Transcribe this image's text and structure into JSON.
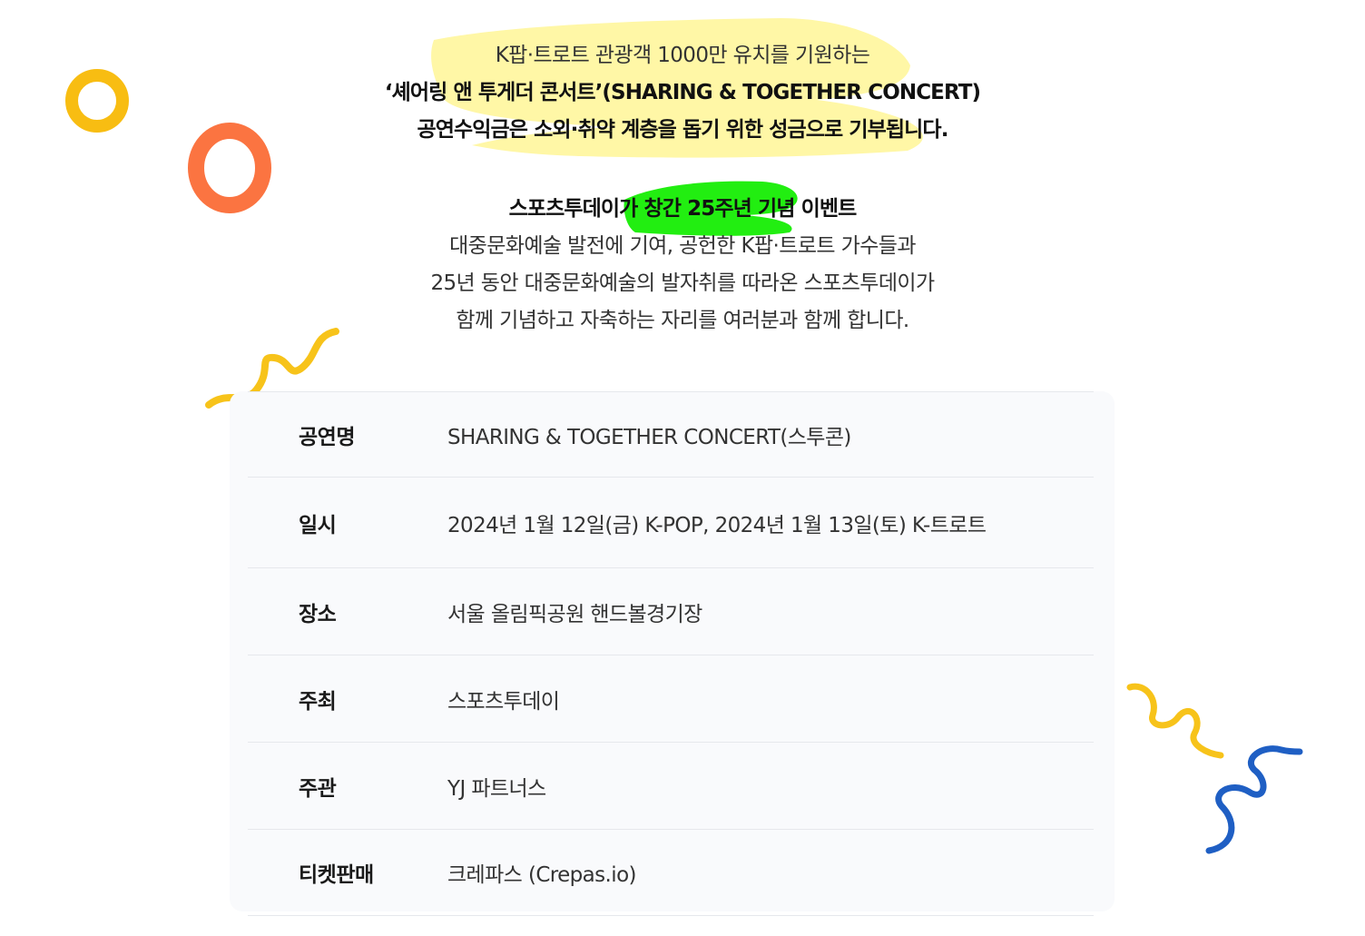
{
  "intro": {
    "line1": "K팝·트로트 관광객 1000만 유치를 기원하는",
    "line2": "‘셰어링 앤 투게더 콘서트’(SHARING & TOGETHER CONCERT)",
    "line3": "공연수익금은 소외·취약 계층을 돕기 위한 성금으로 기부됩니다."
  },
  "anniversary": {
    "heading": "스포츠투데이가 창간 25주년 기념 이벤트",
    "line1": "대중문화예술 발전에 기여, 공헌한 K팝·트로트 가수들과",
    "line2": "25년 동안 대중문화예술의 발자취를 따라온 스포츠투데이가",
    "line3": "함께 기념하고 자축하는 자리를 여러분과 함께 합니다."
  },
  "info": [
    {
      "label": "공연명",
      "value": "SHARING & TOGETHER CONCERT(스투콘)"
    },
    {
      "label": "일시",
      "value": "2024년 1월 12일(금)  K-POP,  2024년 1월 13일(토) K-트로트"
    },
    {
      "label": "장소",
      "value": "서울 올림픽공원 핸드볼경기장"
    },
    {
      "label": "주최",
      "value": "스포츠투데이"
    },
    {
      "label": "주관",
      "value": "YJ 파트너스"
    },
    {
      "label": "티켓판매",
      "value": "크레파스 (Crepas.io)"
    }
  ],
  "colors": {
    "yellow_highlight": "#fff7a6",
    "green_highlight": "#22ee11",
    "ring_yellow": "#f8bd12",
    "ring_orange": "#fb7441",
    "squiggle_yellow": "#f7c31a",
    "squiggle_blue": "#1f5fc4",
    "table_bg": "#f9fafc"
  }
}
